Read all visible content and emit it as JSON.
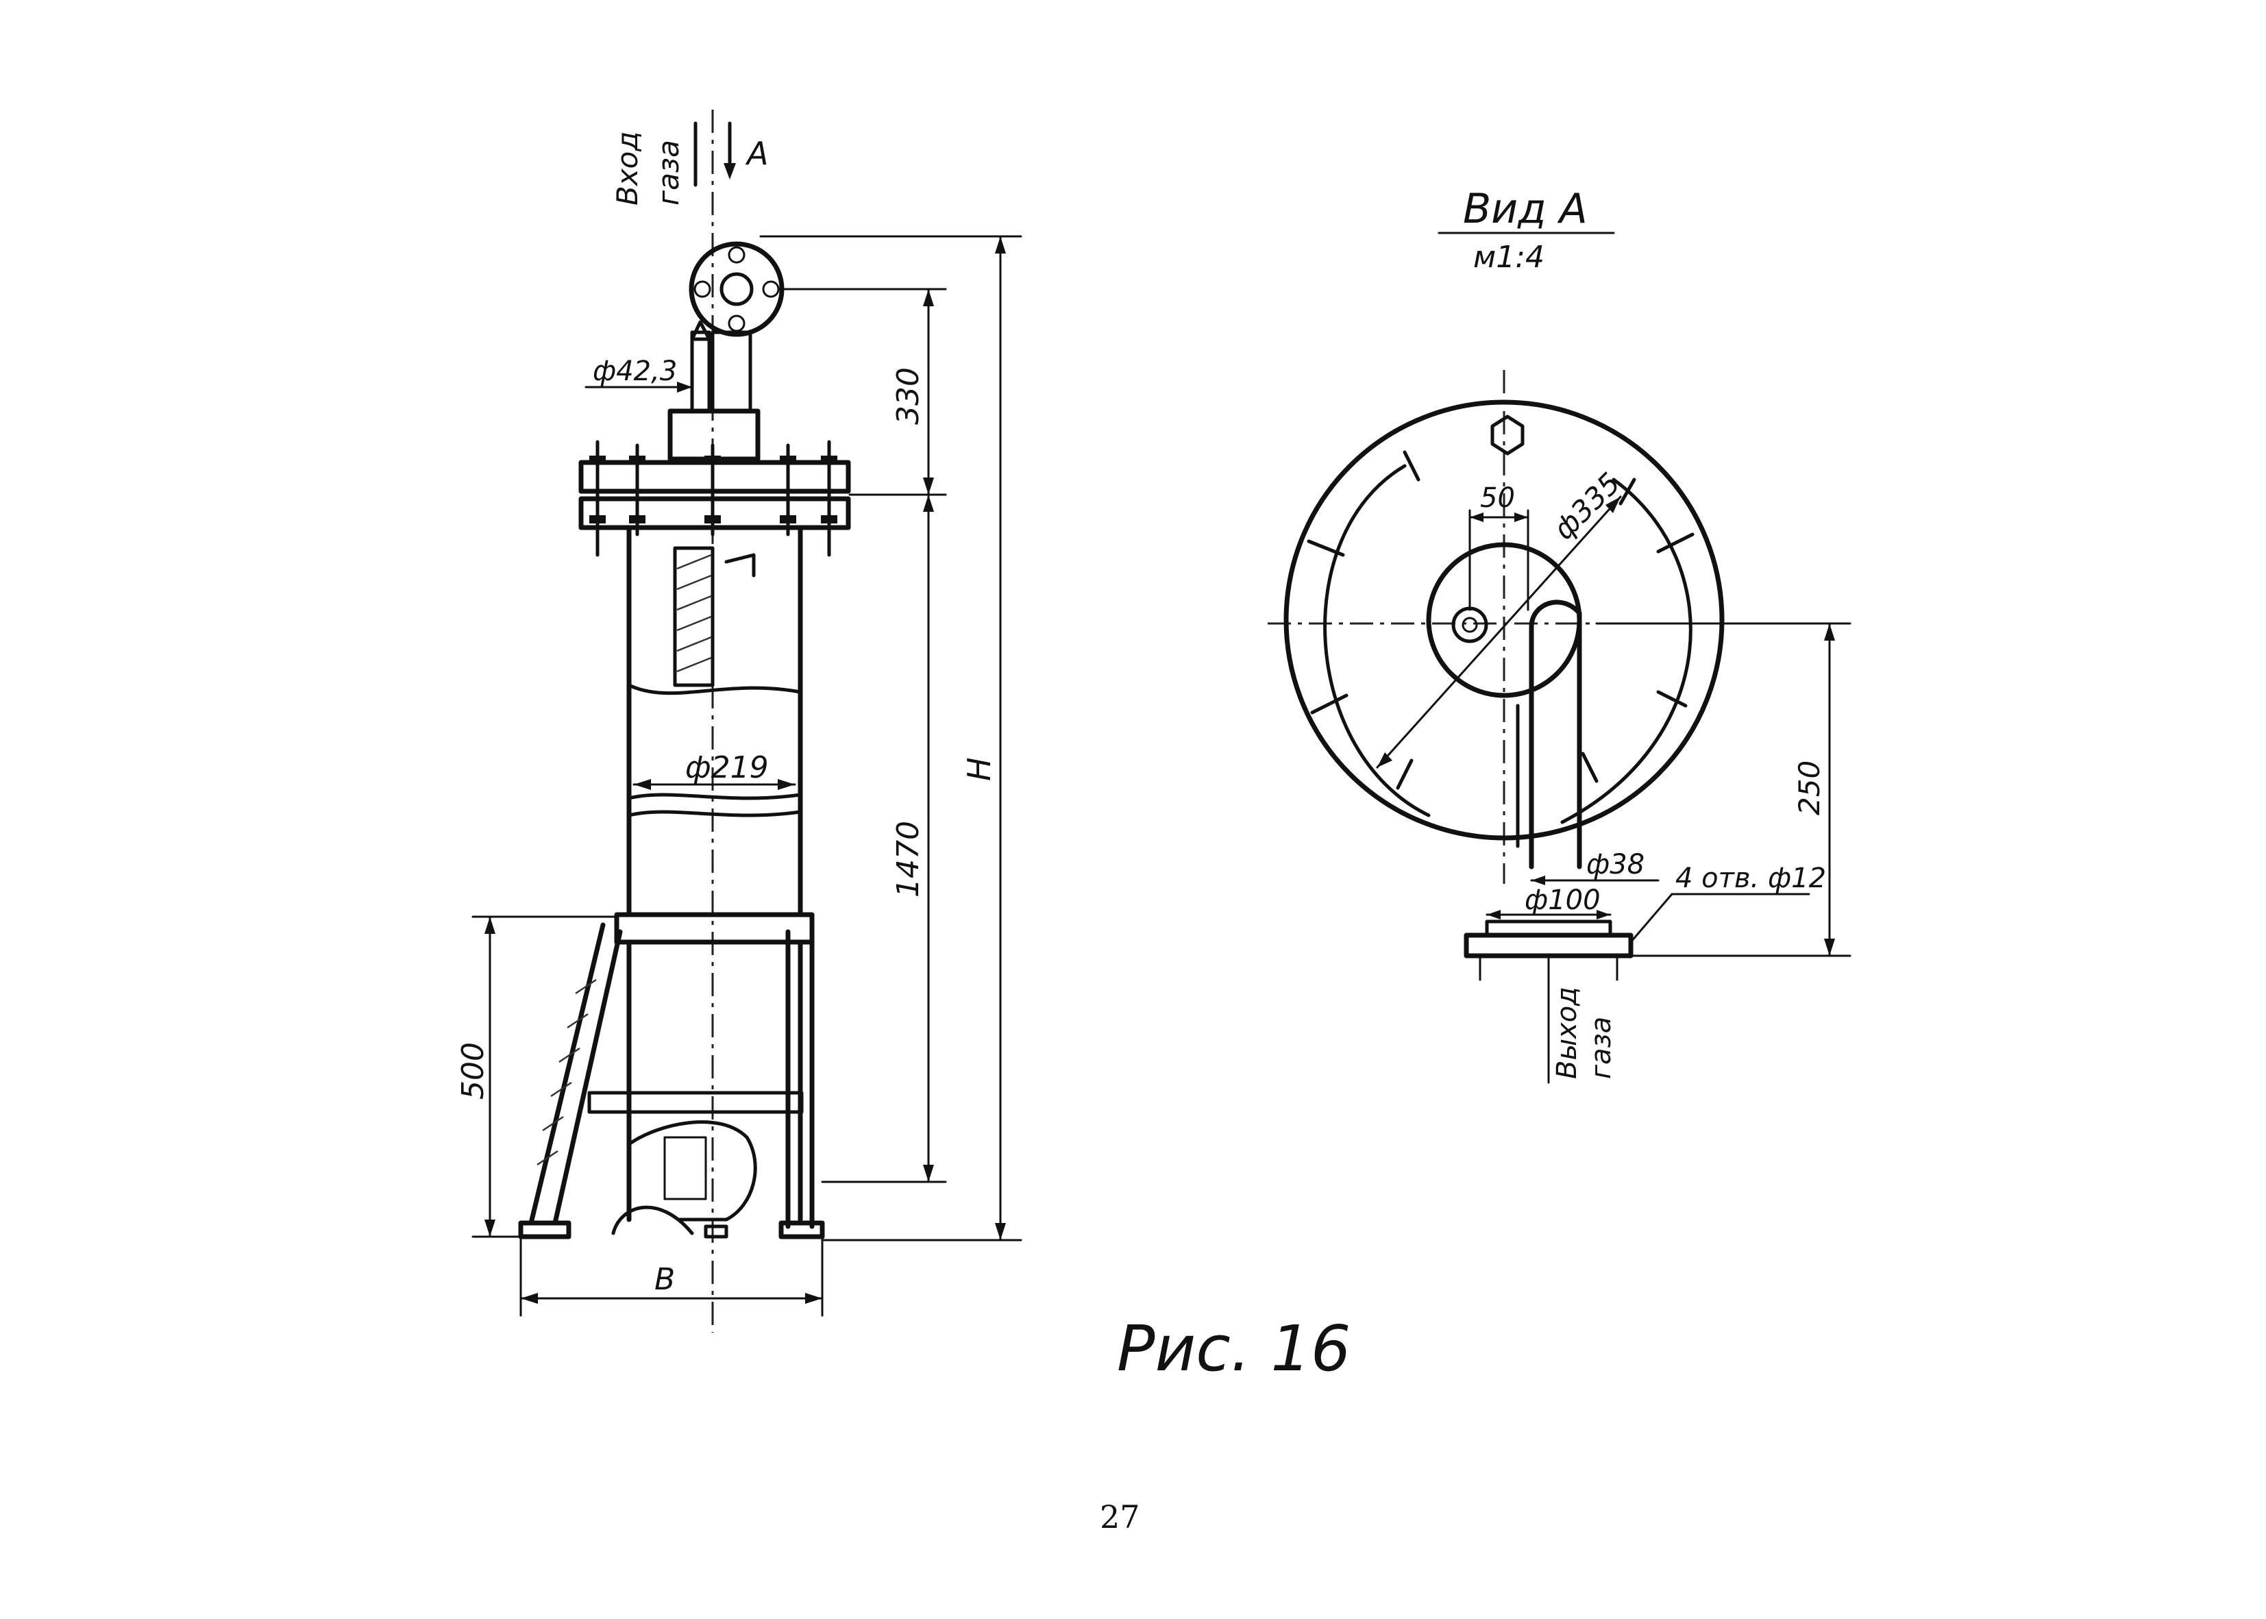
{
  "side_view": {
    "inlet_label_1": "Вход",
    "inlet_label_2": "газа",
    "view_arrow_label": "А",
    "dim_pipe_diameter": "ф42,3",
    "dim_top_height": "330",
    "dim_body_diameter": "ф219",
    "dim_overall_height": "Н",
    "dim_body_height": "1470",
    "dim_leg_height": "500",
    "dim_base_width": "В"
  },
  "view_a": {
    "title": "Вид А",
    "scale": "м1:4",
    "dim_offset": "50",
    "dim_diameter": "ф335",
    "dim_outlet_pipe": "ф38",
    "dim_holes": "4 отв. ф12",
    "dim_flange": "ф100",
    "dim_outlet_height": "250",
    "outlet_label_1": "Выход",
    "outlet_label_2": "газа"
  },
  "caption": "Рис. 16",
  "page_number": "27"
}
